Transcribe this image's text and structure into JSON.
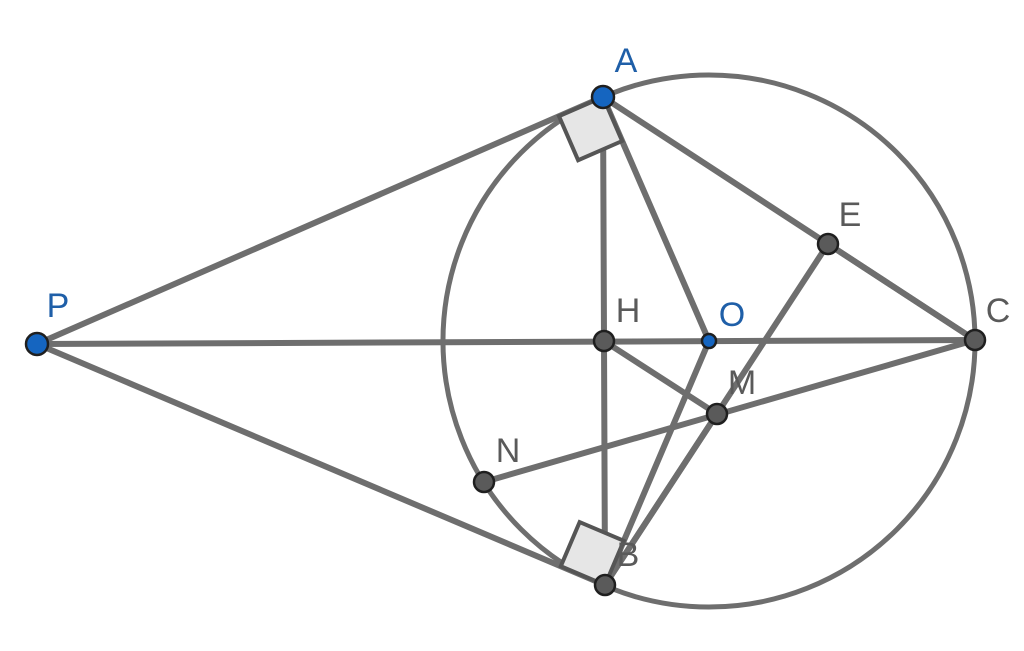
{
  "colors": {
    "line": "#6e6e6e",
    "free_point": "#1565c0",
    "dependent_point": "#5a5a5a",
    "blue_label": "#1f5fa8",
    "gray_label": "#5a5a5a"
  },
  "points": [
    {
      "id": "A",
      "label": "A",
      "kind": "free"
    },
    {
      "id": "P",
      "label": "P",
      "kind": "free"
    },
    {
      "id": "O",
      "label": "O",
      "kind": "free"
    },
    {
      "id": "H",
      "label": "H",
      "kind": "dependent"
    },
    {
      "id": "C",
      "label": "C",
      "kind": "dependent"
    },
    {
      "id": "E",
      "label": "E",
      "kind": "dependent"
    },
    {
      "id": "M",
      "label": "M",
      "kind": "dependent"
    },
    {
      "id": "N",
      "label": "N",
      "kind": "dependent"
    },
    {
      "id": "B",
      "label": "B",
      "kind": "dependent"
    }
  ],
  "segments": [
    [
      "P",
      "A"
    ],
    [
      "P",
      "B"
    ],
    [
      "P",
      "C"
    ],
    [
      "A",
      "B"
    ],
    [
      "A",
      "C"
    ],
    [
      "A",
      "O"
    ],
    [
      "B",
      "O"
    ],
    [
      "B",
      "E"
    ],
    [
      "B",
      "M"
    ],
    [
      "H",
      "M"
    ],
    [
      "N",
      "C"
    ],
    [
      "E",
      "C"
    ]
  ],
  "circle": {
    "center": "O",
    "through": "A"
  },
  "right_angles": [
    {
      "vertex": "A",
      "rays": [
        "P",
        "O"
      ]
    },
    {
      "vertex": "B",
      "rays": [
        "P",
        "O"
      ]
    }
  ]
}
